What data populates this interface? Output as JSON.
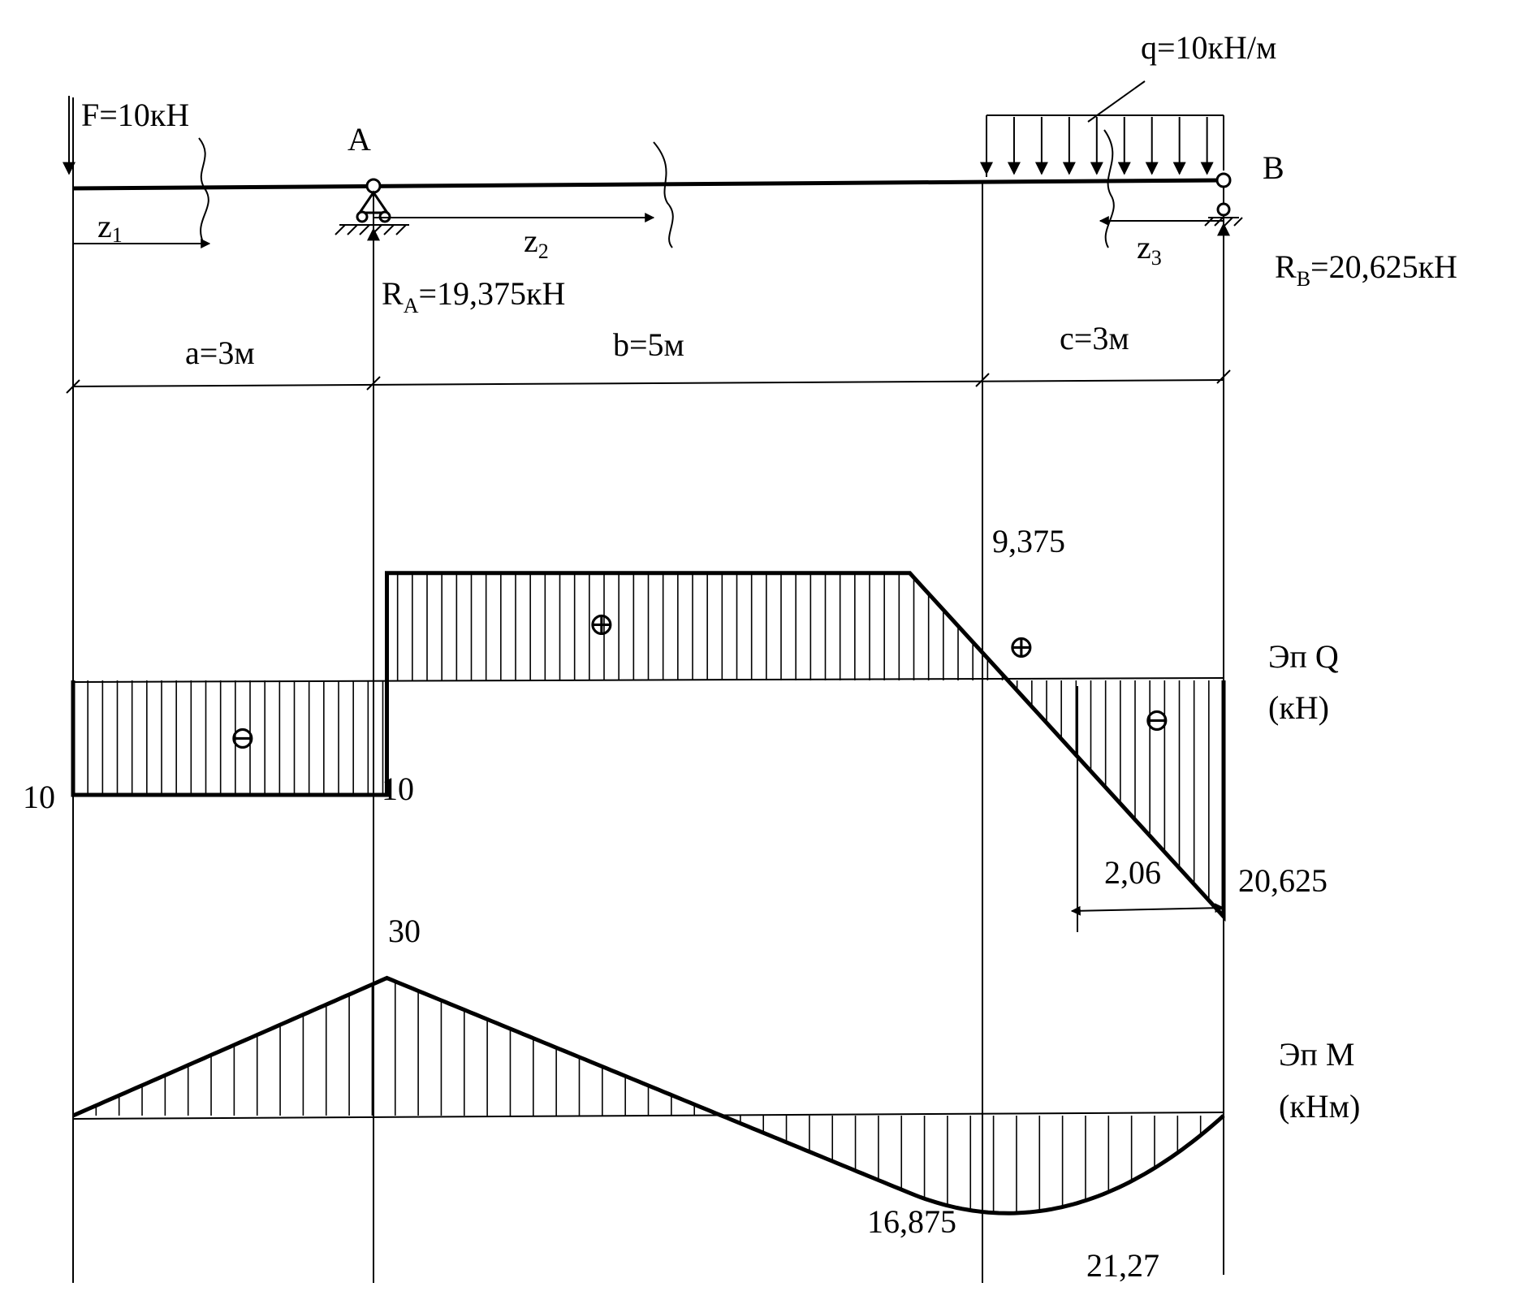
{
  "loads": {
    "force": "F=10кН",
    "distributed": "q=10кН/м"
  },
  "supports": {
    "a_label": "A",
    "b_label": "B",
    "ra_main": "R",
    "ra_sub": "A",
    "ra_value": "=19,375кН",
    "rb_main": "R",
    "rb_sub": "B",
    "rb_value": "=20,625кН"
  },
  "coords": {
    "z1_main": "z",
    "z1_sub": "1",
    "z2_main": "z",
    "z2_sub": "2",
    "z3_main": "z",
    "z3_sub": "3"
  },
  "spans": [
    {
      "label": "a=3м",
      "length": 3
    },
    {
      "label": "b=5м",
      "length": 5
    },
    {
      "label": "c=3м",
      "length": 3
    }
  ],
  "shear": {
    "title": "Эп Q",
    "unit": "(кН)",
    "left_value": "10",
    "at_a_value": "10",
    "peak_value": "9,375",
    "end_value": "20,625",
    "zero_distance": "2,06",
    "sign_neg1": "⊖",
    "sign_pos1": "⊕",
    "sign_pos2": "⊕",
    "sign_neg2": "⊖",
    "points": [
      {
        "x": 0,
        "q": -10
      },
      {
        "x": 3,
        "q": -10
      },
      {
        "x": 3,
        "q": 9.375
      },
      {
        "x": 8,
        "q": 9.375
      },
      {
        "x": 11,
        "q": -20.625
      }
    ]
  },
  "moment": {
    "title": "Эп M",
    "unit": "(кНм)",
    "peak_value": "30",
    "mid_value": "16,875",
    "max_value": "21,27",
    "points": [
      {
        "x": 0,
        "m": 0
      },
      {
        "x": 3,
        "m": 30
      },
      {
        "x": 8,
        "m": -16.875
      },
      {
        "x": 8.9375,
        "m": -21.27
      },
      {
        "x": 11,
        "m": 0
      }
    ]
  }
}
